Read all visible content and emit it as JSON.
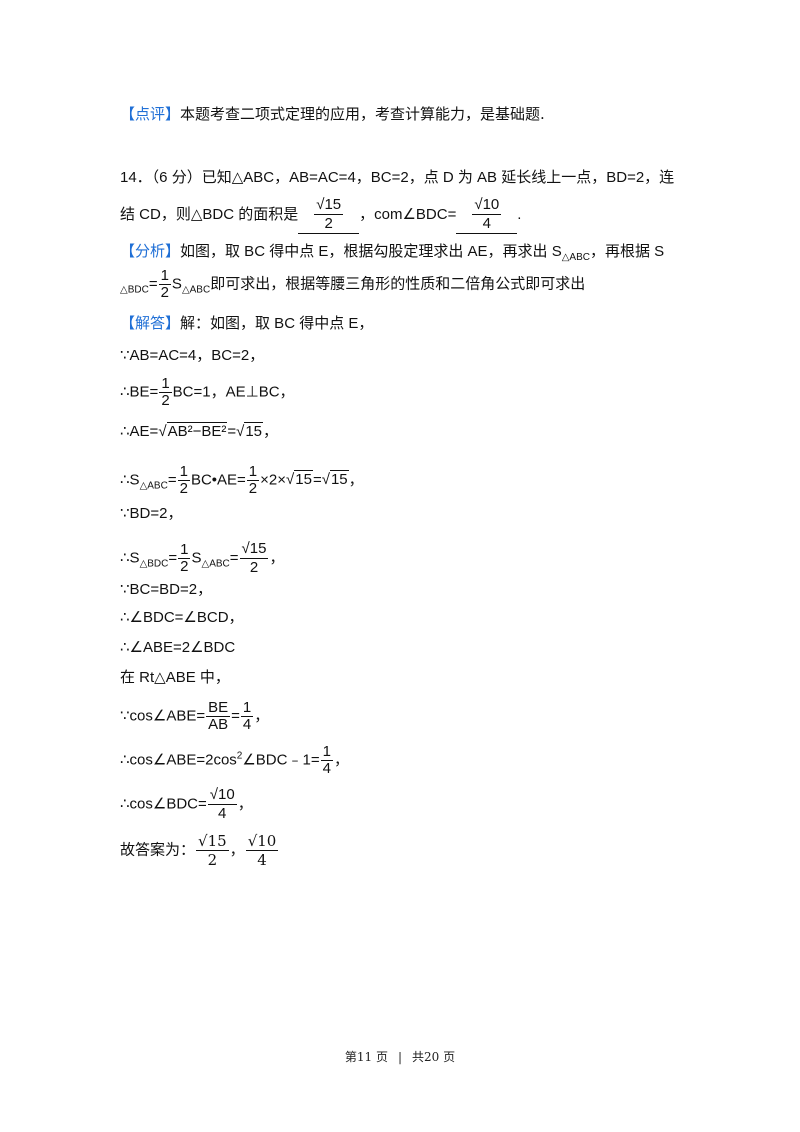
{
  "review": {
    "tag": "【点评】",
    "text": "本题考查二项式定理的应用，考查计算能力，是基础题."
  },
  "problem": {
    "prefix": "14．（6 分）已知△ABC，AB=AC=4，BC=2，点 D 为 AB 延长线上一点，BD=2，连",
    "line2_a": "结 CD，则△BDC 的面积是",
    "ans1_num": "√15",
    "ans1_den": "2",
    "line2_b": "，com∠BDC=",
    "ans2_num": "√10",
    "ans2_den": "4",
    "line2_end": "."
  },
  "analysis": {
    "tag": "【分析】",
    "line1": "如图，取 BC 得中点 E，根据勾股定理求出 AE，再求出 S",
    "sub1": "△ABC",
    "line1_b": "，再根据 S",
    "sub2": "△BDC",
    "eq": "=",
    "half_num": "1",
    "half_den": "2",
    "s": "S",
    "sub3": "△ABC",
    "line2_tail": "即可求出，根据等腰三角形的性质和二倍角公式即可求出"
  },
  "solution": {
    "tag": "【解答】",
    "intro": "解：如图，取 BC 得中点 E，",
    "s1": "∵AB=AC=4，BC=2，",
    "s2_a": "∴BE=",
    "s2_n": "1",
    "s2_d": "2",
    "s2_b": "BC=1，AE⊥BC，",
    "s3_a": "∴AE=",
    "s3_rad": "AB²−BE²",
    "s3_b": "=",
    "s3_c": "15",
    "s3_end": "，",
    "s4_a": "∴S",
    "s4_sub": "△ABC",
    "s4_b": "=",
    "s4_n1": "1",
    "s4_d1": "2",
    "s4_c": "BC•AE=",
    "s4_n2": "1",
    "s4_d2": "2",
    "s4_d": "×2×",
    "s4_r1": "15",
    "s4_e": "=",
    "s4_r2": "15",
    "s4_end": "，",
    "s5": "∵BD=2，",
    "s6_a": "∴S",
    "s6_sub": "△BDC",
    "s6_b": "=",
    "s6_n": "1",
    "s6_d": "2",
    "s6_c": "S",
    "s6_sub2": "△ABC",
    "s6_e": "=",
    "s6_fn": "√15",
    "s6_fd": "2",
    "s6_end": "，",
    "s7": "∵BC=BD=2，",
    "s8": "∴∠BDC=∠BCD，",
    "s9": "∴∠ABE=2∠BDC",
    "s10": "在 Rt△ABE 中，",
    "s11_a": "∵cos∠ABE=",
    "s11_n1": "BE",
    "s11_d1": "AB",
    "s11_b": "=",
    "s11_n2": "1",
    "s11_d2": "4",
    "s11_end": "，",
    "s12_a": "∴cos∠ABE=2cos",
    "s12_sup": "2",
    "s12_b": "∠BDC﹣1=",
    "s12_n": "1",
    "s12_d": "4",
    "s12_end": "，",
    "s13_a": "∴cos∠BDC=",
    "s13_n": "√10",
    "s13_d": "4",
    "s13_end": "，",
    "s14_a": "故答案为：",
    "s14_n1": "√15",
    "s14_d1": "2",
    "s14_b": "，",
    "s14_n2": "√10",
    "s14_d2": "4"
  },
  "footer": {
    "page": "第11 页",
    "sep": "|",
    "total": "共20 页"
  }
}
